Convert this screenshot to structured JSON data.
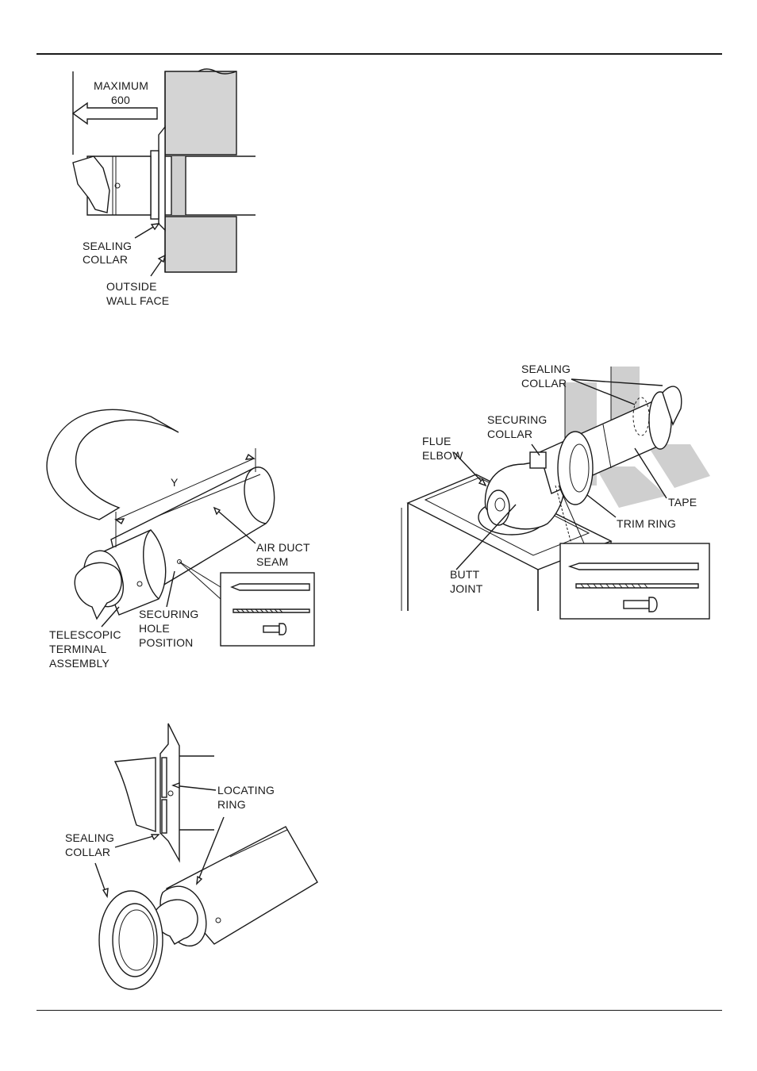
{
  "figure1": {
    "max_label_line1": "MAXIMUM",
    "max_label_line2": "600",
    "sealing_collar_line1": "SEALING",
    "sealing_collar_line2": "COLLAR",
    "outside_wall_line1": "OUTSIDE",
    "outside_wall_line2": "WALL FACE"
  },
  "figure2": {
    "dimension_label": "Y",
    "air_duct_line1": "AIR DUCT",
    "air_duct_line2": "SEAM",
    "securing_hole_line1": "SECURING",
    "securing_hole_line2": "HOLE",
    "securing_hole_line3": "POSITION",
    "telescopic_line1": "TELESCOPIC",
    "telescopic_line2": "TERMINAL",
    "telescopic_line3": "ASSEMBLY"
  },
  "figure3": {
    "locating_ring_line1": "LOCATING",
    "locating_ring_line2": "RING",
    "sealing_collar_line1": "SEALING",
    "sealing_collar_line2": "COLLAR"
  },
  "figure4": {
    "sealing_collar_line1": "SEALING",
    "sealing_collar_line2": "COLLAR",
    "securing_collar_line1": "SECURING",
    "securing_collar_line2": "COLLAR",
    "flue_elbow_line1": "FLUE",
    "flue_elbow_line2": "ELBOW",
    "tape": "TAPE",
    "trim_ring": "TRIM RING",
    "butt_joint_line1": "BUTT",
    "butt_joint_line2": "JOINT"
  },
  "icons": [
    "pencil-icon",
    "drill-bit-icon",
    "screw-icon",
    "arrow-left-icon"
  ]
}
